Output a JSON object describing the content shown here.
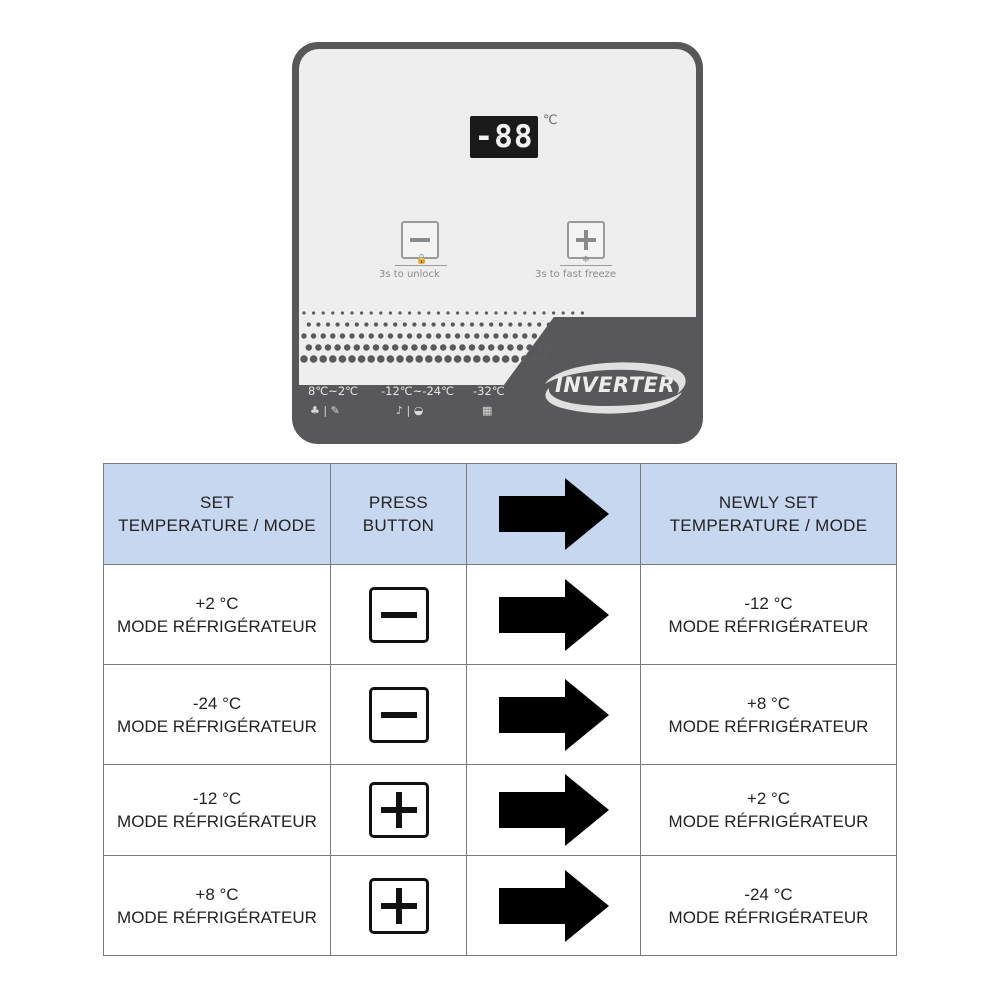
{
  "panel": {
    "display": "-88",
    "unit": "℃",
    "minus_button": {
      "icon": "minus-icon",
      "caption": "3s to unlock"
    },
    "plus_button": {
      "icon": "plus-icon",
      "caption": "3s to fast freeze"
    },
    "modes": [
      {
        "temp": "8℃~2℃",
        "icons": [
          "fruit-icon",
          "bottle-icon"
        ]
      },
      {
        "temp": "-12℃~-24℃",
        "icons": [
          "drumstick-icon",
          "meat-icon"
        ]
      },
      {
        "temp": "-32℃",
        "icons": [
          "ice-cubes-icon"
        ]
      }
    ],
    "brand": "INVERTER",
    "colors": {
      "frame": "#58585a",
      "face": "#eeeeef",
      "display": "#1a1a1a"
    }
  },
  "table": {
    "header": {
      "set": [
        "SET",
        "TEMPERATURE / MODE"
      ],
      "press": [
        "PRESS",
        "BUTTON"
      ],
      "newly": [
        "NEWLY SET",
        "TEMPERATURE / MODE"
      ]
    },
    "rows": [
      {
        "from": [
          "+2 °C",
          "MODE RÉFRIGÉRATEUR"
        ],
        "button": "minus",
        "to": [
          "-12 °C",
          "MODE RÉFRIGÉRATEUR"
        ]
      },
      {
        "from": [
          "-24 °C",
          "MODE RÉFRIGÉRATEUR"
        ],
        "button": "minus",
        "to": [
          "+8 °C",
          "MODE RÉFRIGÉRATEUR"
        ]
      },
      {
        "from": [
          "-12 °C",
          "MODE RÉFRIGÉRATEUR"
        ],
        "button": "plus",
        "to": [
          "+2 °C",
          "MODE RÉFRIGÉRATEUR"
        ]
      },
      {
        "from": [
          "+8 °C",
          "MODE RÉFRIGÉRATEUR"
        ],
        "button": "plus",
        "to": [
          "-24 °C",
          "MODE RÉFRIGÉRATEUR"
        ]
      }
    ],
    "colors": {
      "header_bg": "#c7d7f0",
      "border": "#7a7a7a"
    }
  }
}
